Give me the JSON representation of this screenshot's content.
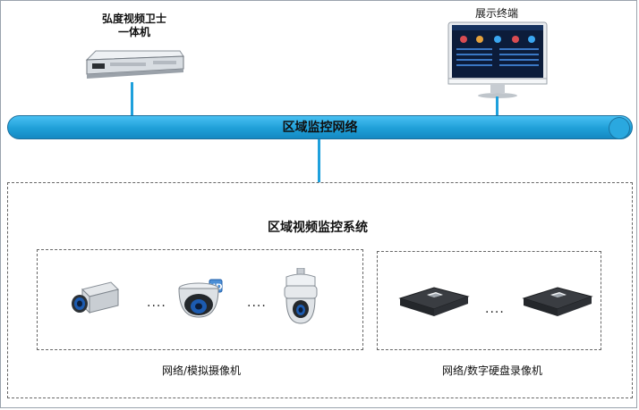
{
  "nodes": {
    "server": {
      "label": "弘度视频卫士\n一体机"
    },
    "terminal": {
      "label": "展示终端"
    },
    "network": {
      "label": "区域监控网络"
    },
    "system": {
      "title": "区域视频监控系统"
    }
  },
  "groups": {
    "cameras": {
      "caption": "网络/模拟摄像机",
      "dots": [
        "....",
        "...."
      ]
    },
    "recorders": {
      "caption": "网络/数字硬盘录像机",
      "dots": [
        "...."
      ]
    }
  },
  "colors": {
    "pipe": "#1f9fd8",
    "link": "#1ea0dc",
    "dash": "#666666"
  }
}
